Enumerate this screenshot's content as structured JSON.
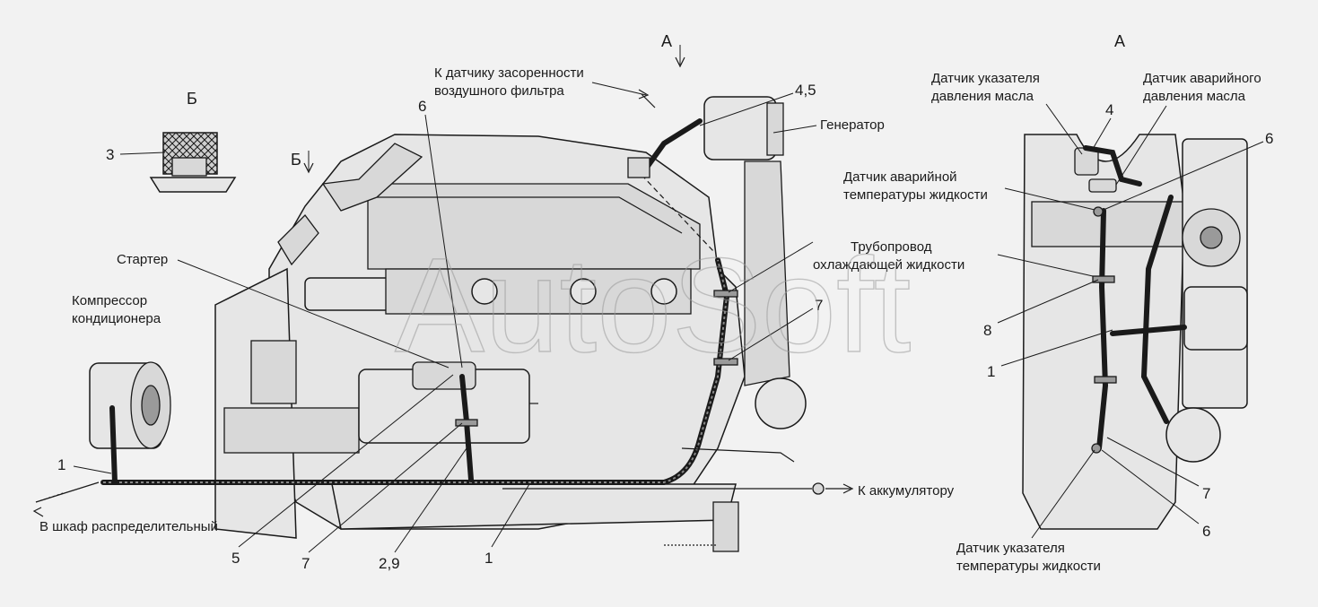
{
  "watermark": "AutoSoft",
  "view_labels": {
    "a_arrow": "А",
    "b_arrow": "Б",
    "view_a_title": "А",
    "view_b_title": "Б"
  },
  "labels": {
    "sensor_filter_1": "К датчику засоренности",
    "sensor_filter_2": "воздушного фильтра",
    "generator": "Генератор",
    "starter": "Стартер",
    "compressor_1": "Компрессор",
    "compressor_2": "кондиционера",
    "to_cabinet": "В шкаф распределительный",
    "to_battery": "К аккумулятору",
    "oil_pressure_gauge_1": "Датчик указателя",
    "oil_pressure_gauge_2": "давления масла",
    "oil_pressure_alarm_1": "Датчик аварийного",
    "oil_pressure_alarm_2": "давления масла",
    "coolant_temp_alarm_1": "Датчик аварийной",
    "coolant_temp_alarm_2": "температуры жидкости",
    "coolant_pipe_1": "Трубопровод",
    "coolant_pipe_2": "охлаждающей жидкости",
    "coolant_temp_gauge_1": "Датчик указателя",
    "coolant_temp_gauge_2": "температуры жидкости"
  },
  "callouts": {
    "n3": "3",
    "n6_top": "6",
    "n45": "4,5",
    "n7_mid": "7",
    "n1_left": "1",
    "n5": "5",
    "n7_bottom": "7",
    "n29": "2,9",
    "n1_bottom": "1",
    "a_n4": "4",
    "a_n6_top": "6",
    "a_n8": "8",
    "a_n1": "1",
    "a_n7": "7",
    "a_n6_bottom": "6"
  }
}
